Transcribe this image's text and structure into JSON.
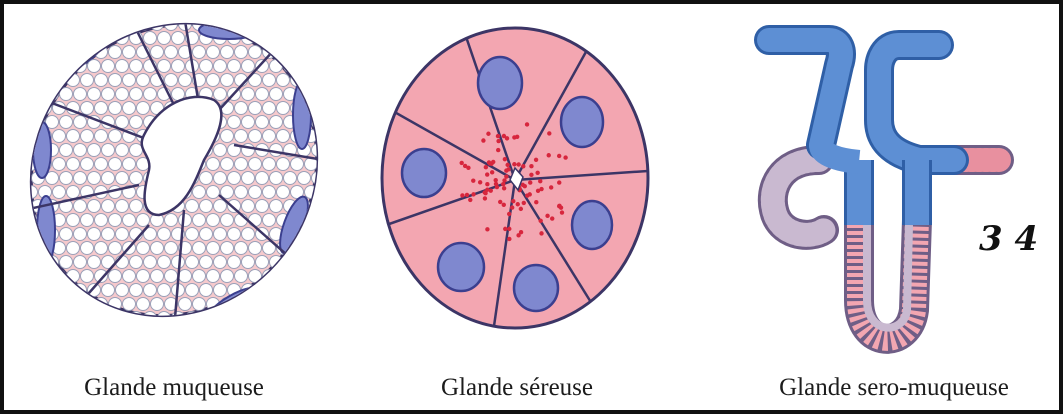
{
  "figure": {
    "panels": [
      {
        "id": "mucous",
        "caption": "Glande muqueuse"
      },
      {
        "id": "serous",
        "caption": "Glande séreuse"
      },
      {
        "id": "seromucous",
        "caption": "Glande sero-muqueuse"
      }
    ],
    "annotation": "3 4"
  },
  "colors": {
    "frame": "#111111",
    "cytoplasm_pink": "#f3a6b1",
    "cell_pink_light": "#f6c9cc",
    "nucleus_blue": "#7f88cf",
    "nucleus_outline": "#3b3f8f",
    "membrane": "#3c3566",
    "mucous_granule": "#ffffff",
    "serous_granule": "#d7263d",
    "duct_blue": "#5d8fd4",
    "mixed_gray": "#c9b9d0"
  }
}
